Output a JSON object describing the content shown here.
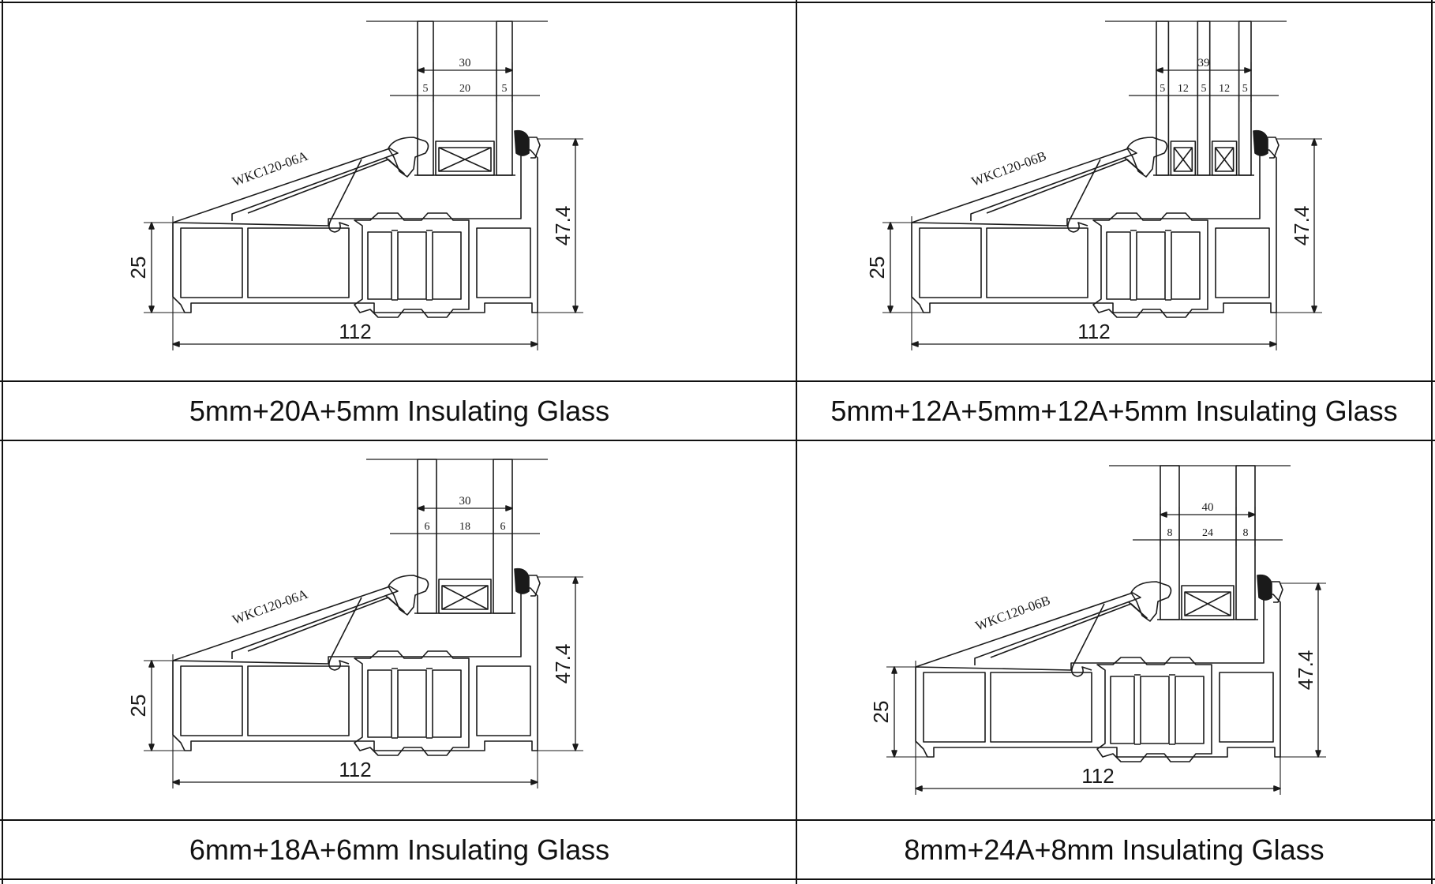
{
  "panels": [
    {
      "caption": "5mm+20A+5mm Insulating Glass",
      "code": "WKC120-06A",
      "dim_total_width": "112",
      "dim_height": "47.4",
      "dim_low_height": "25",
      "glass_total": "30",
      "glass_layers": [
        "5",
        "20",
        "5"
      ],
      "spacers": 1
    },
    {
      "caption": "5mm+12A+5mm+12A+5mm Insulating Glass",
      "code": "WKC120-06B",
      "dim_total_width": "112",
      "dim_height": "47.4",
      "dim_low_height": "25",
      "glass_total": "39",
      "glass_layers": [
        "5",
        "12",
        "5",
        "12",
        "5"
      ],
      "spacers": 2
    },
    {
      "caption": "6mm+18A+6mm Insulating Glass",
      "code": "WKC120-06A",
      "dim_total_width": "112",
      "dim_height": "47.4",
      "dim_low_height": "25",
      "glass_total": "30",
      "glass_layers": [
        "6",
        "18",
        "6"
      ],
      "spacers": 1
    },
    {
      "caption": "8mm+24A+8mm Insulating Glass",
      "code": "WKC120-06B",
      "dim_total_width": "112",
      "dim_height": "47.4",
      "dim_low_height": "25",
      "glass_total": "40",
      "glass_layers": [
        "8",
        "24",
        "8"
      ],
      "spacers": 1
    }
  ],
  "colors": {
    "line": "#1a1a1a",
    "border": "#111111",
    "background": "#ffffff"
  }
}
